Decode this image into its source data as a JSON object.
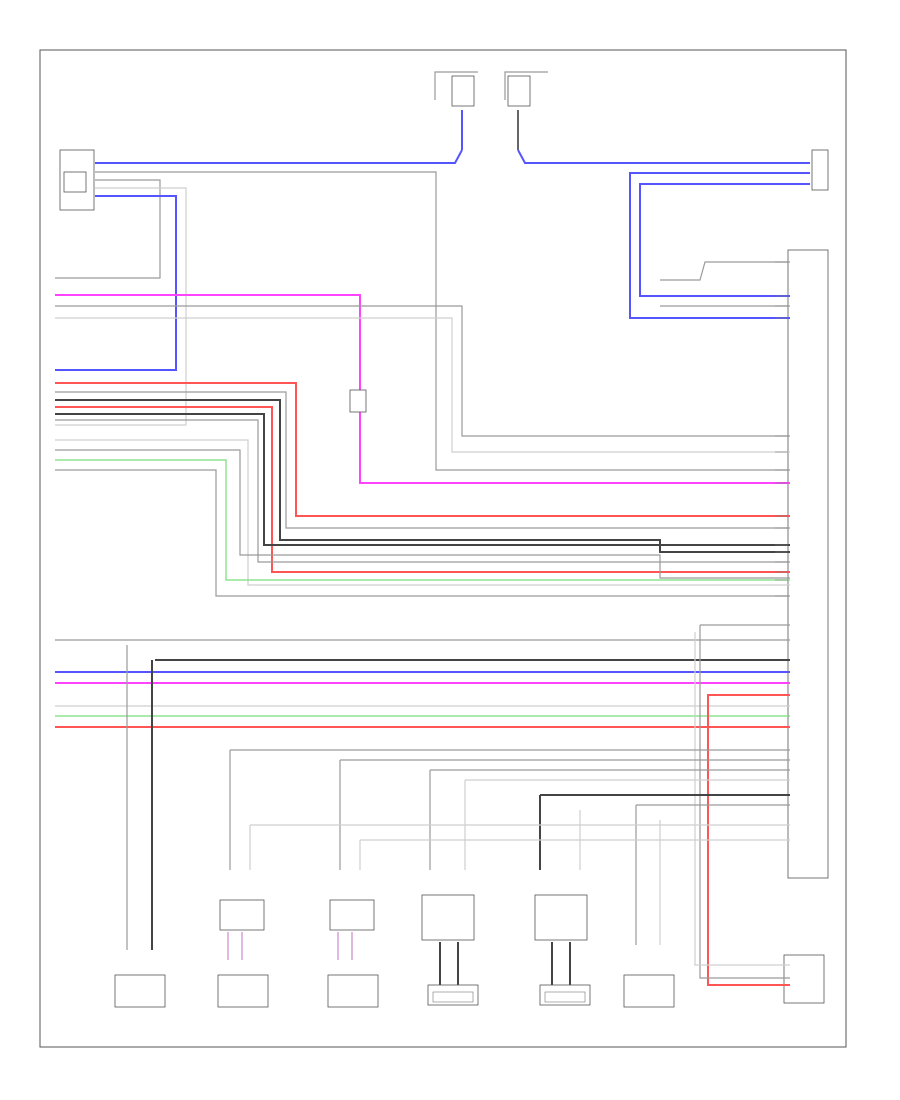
{
  "diagram": {
    "footer_code": "",
    "colors": {
      "blue": "#5555ff",
      "magenta": "#ff44ff",
      "red": "#ff5555",
      "green": "#77dd77",
      "black": "#444444",
      "gray": "#9a9a9a"
    },
    "components": [
      {
        "id": "rear-door-sensor-left",
        "label": ""
      },
      {
        "id": "rear-door-sensor-right",
        "label": ""
      },
      {
        "id": "ecu-main",
        "label": ""
      }
    ]
  }
}
